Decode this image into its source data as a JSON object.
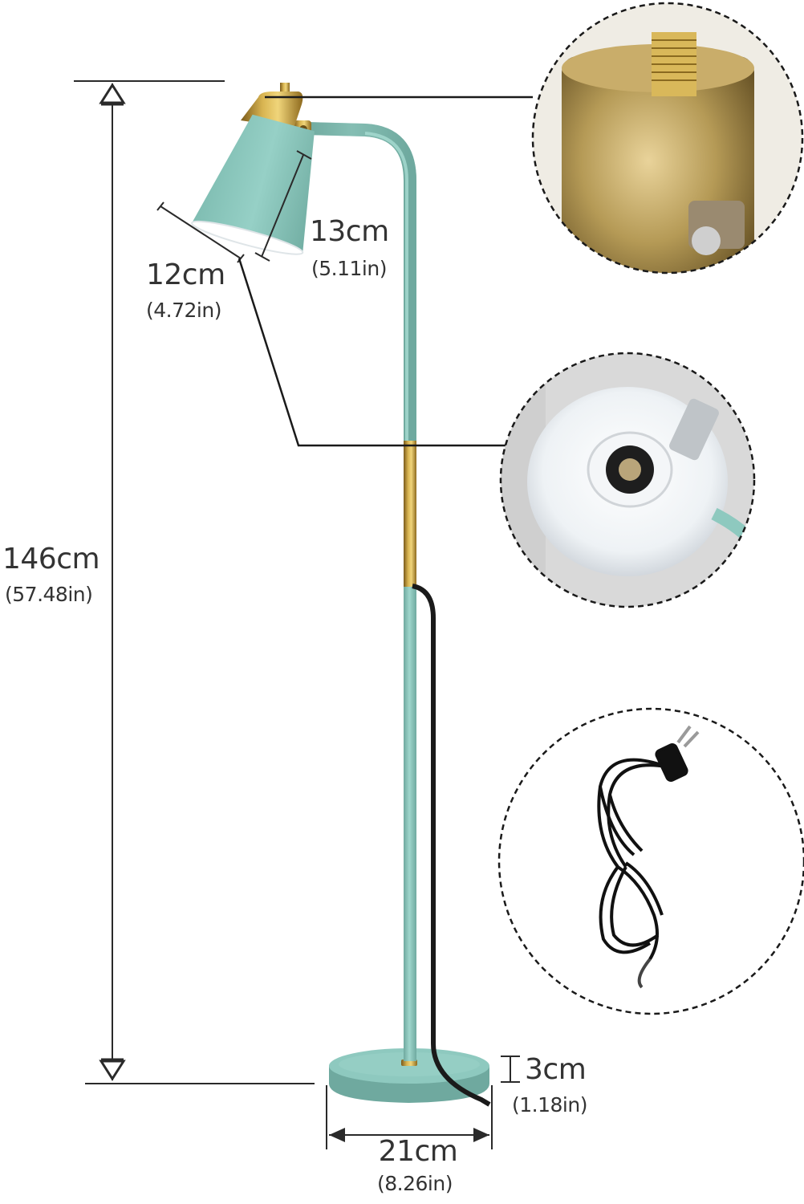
{
  "colors": {
    "lamp_body": "#8ec9bf",
    "lamp_body_dark": "#6fa99f",
    "brass": "#c8a243",
    "brass_dark": "#8e6a1e",
    "cable": "#1a1a1a",
    "line": "#2a2a2a"
  },
  "dimensions": {
    "height": {
      "metric": "146cm",
      "imperial": "(57.48in)"
    },
    "shade_length": {
      "metric": "13cm",
      "imperial": "(5.11in)"
    },
    "shade_diameter": {
      "metric": "12cm",
      "imperial": "(4.72in)"
    },
    "base_thickness": {
      "metric": "3cm",
      "imperial": "(1.18in)"
    },
    "base_diameter": {
      "metric": "21cm",
      "imperial": "(8.26in)"
    }
  },
  "detail_views": [
    {
      "icon": "brass-knob-closeup-icon"
    },
    {
      "icon": "lamp-socket-closeup-icon"
    },
    {
      "icon": "power-cord-plug-icon"
    }
  ]
}
